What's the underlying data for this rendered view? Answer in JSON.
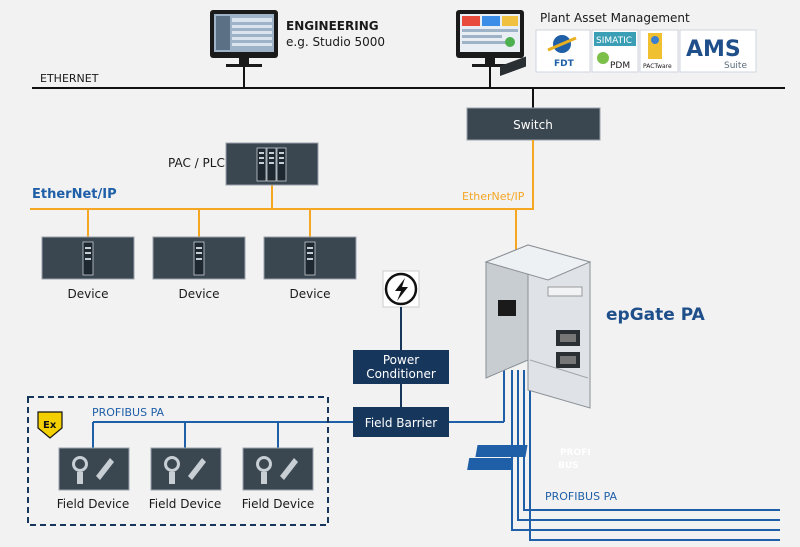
{
  "ethernet_label": "ETHERNET",
  "engineering": {
    "title": "ENGINEERING",
    "subtitle": "e.g. Studio 5000"
  },
  "plant_asset": {
    "title": "Plant Asset Management",
    "logos": {
      "fdt": "FDT",
      "simatic": "SIMATIC",
      "pdm": "PDM",
      "pactware": "PACTware",
      "ams": "AMS",
      "ams_sub": "Suite"
    }
  },
  "switch_label": "Switch",
  "pac_plc_label": "PAC / PLC",
  "ethernetip_logo": "EtherNet/IP",
  "ethernetip_label": "EtherNet/IP",
  "devices": [
    "Device",
    "Device",
    "Device"
  ],
  "power_conditioner": [
    "Power",
    "Conditioner"
  ],
  "field_barrier": "Field Barrier",
  "product_name": "epGate PA",
  "profibus_pa_box": "PROFIBUS PA",
  "profibus_pa_bottom": "PROFIBUS PA",
  "ex_symbol": "Ex",
  "profibus_logo": [
    "PROFI",
    "BUS"
  ],
  "field_devices": [
    "Field Device",
    "Field Device",
    "Field Device"
  ],
  "colors": {
    "dark_box": "#3a4650",
    "navy_box": "#16365c",
    "ethernetip_orange": "#f5a623",
    "profibus_blue": "#1f5fa8"
  }
}
